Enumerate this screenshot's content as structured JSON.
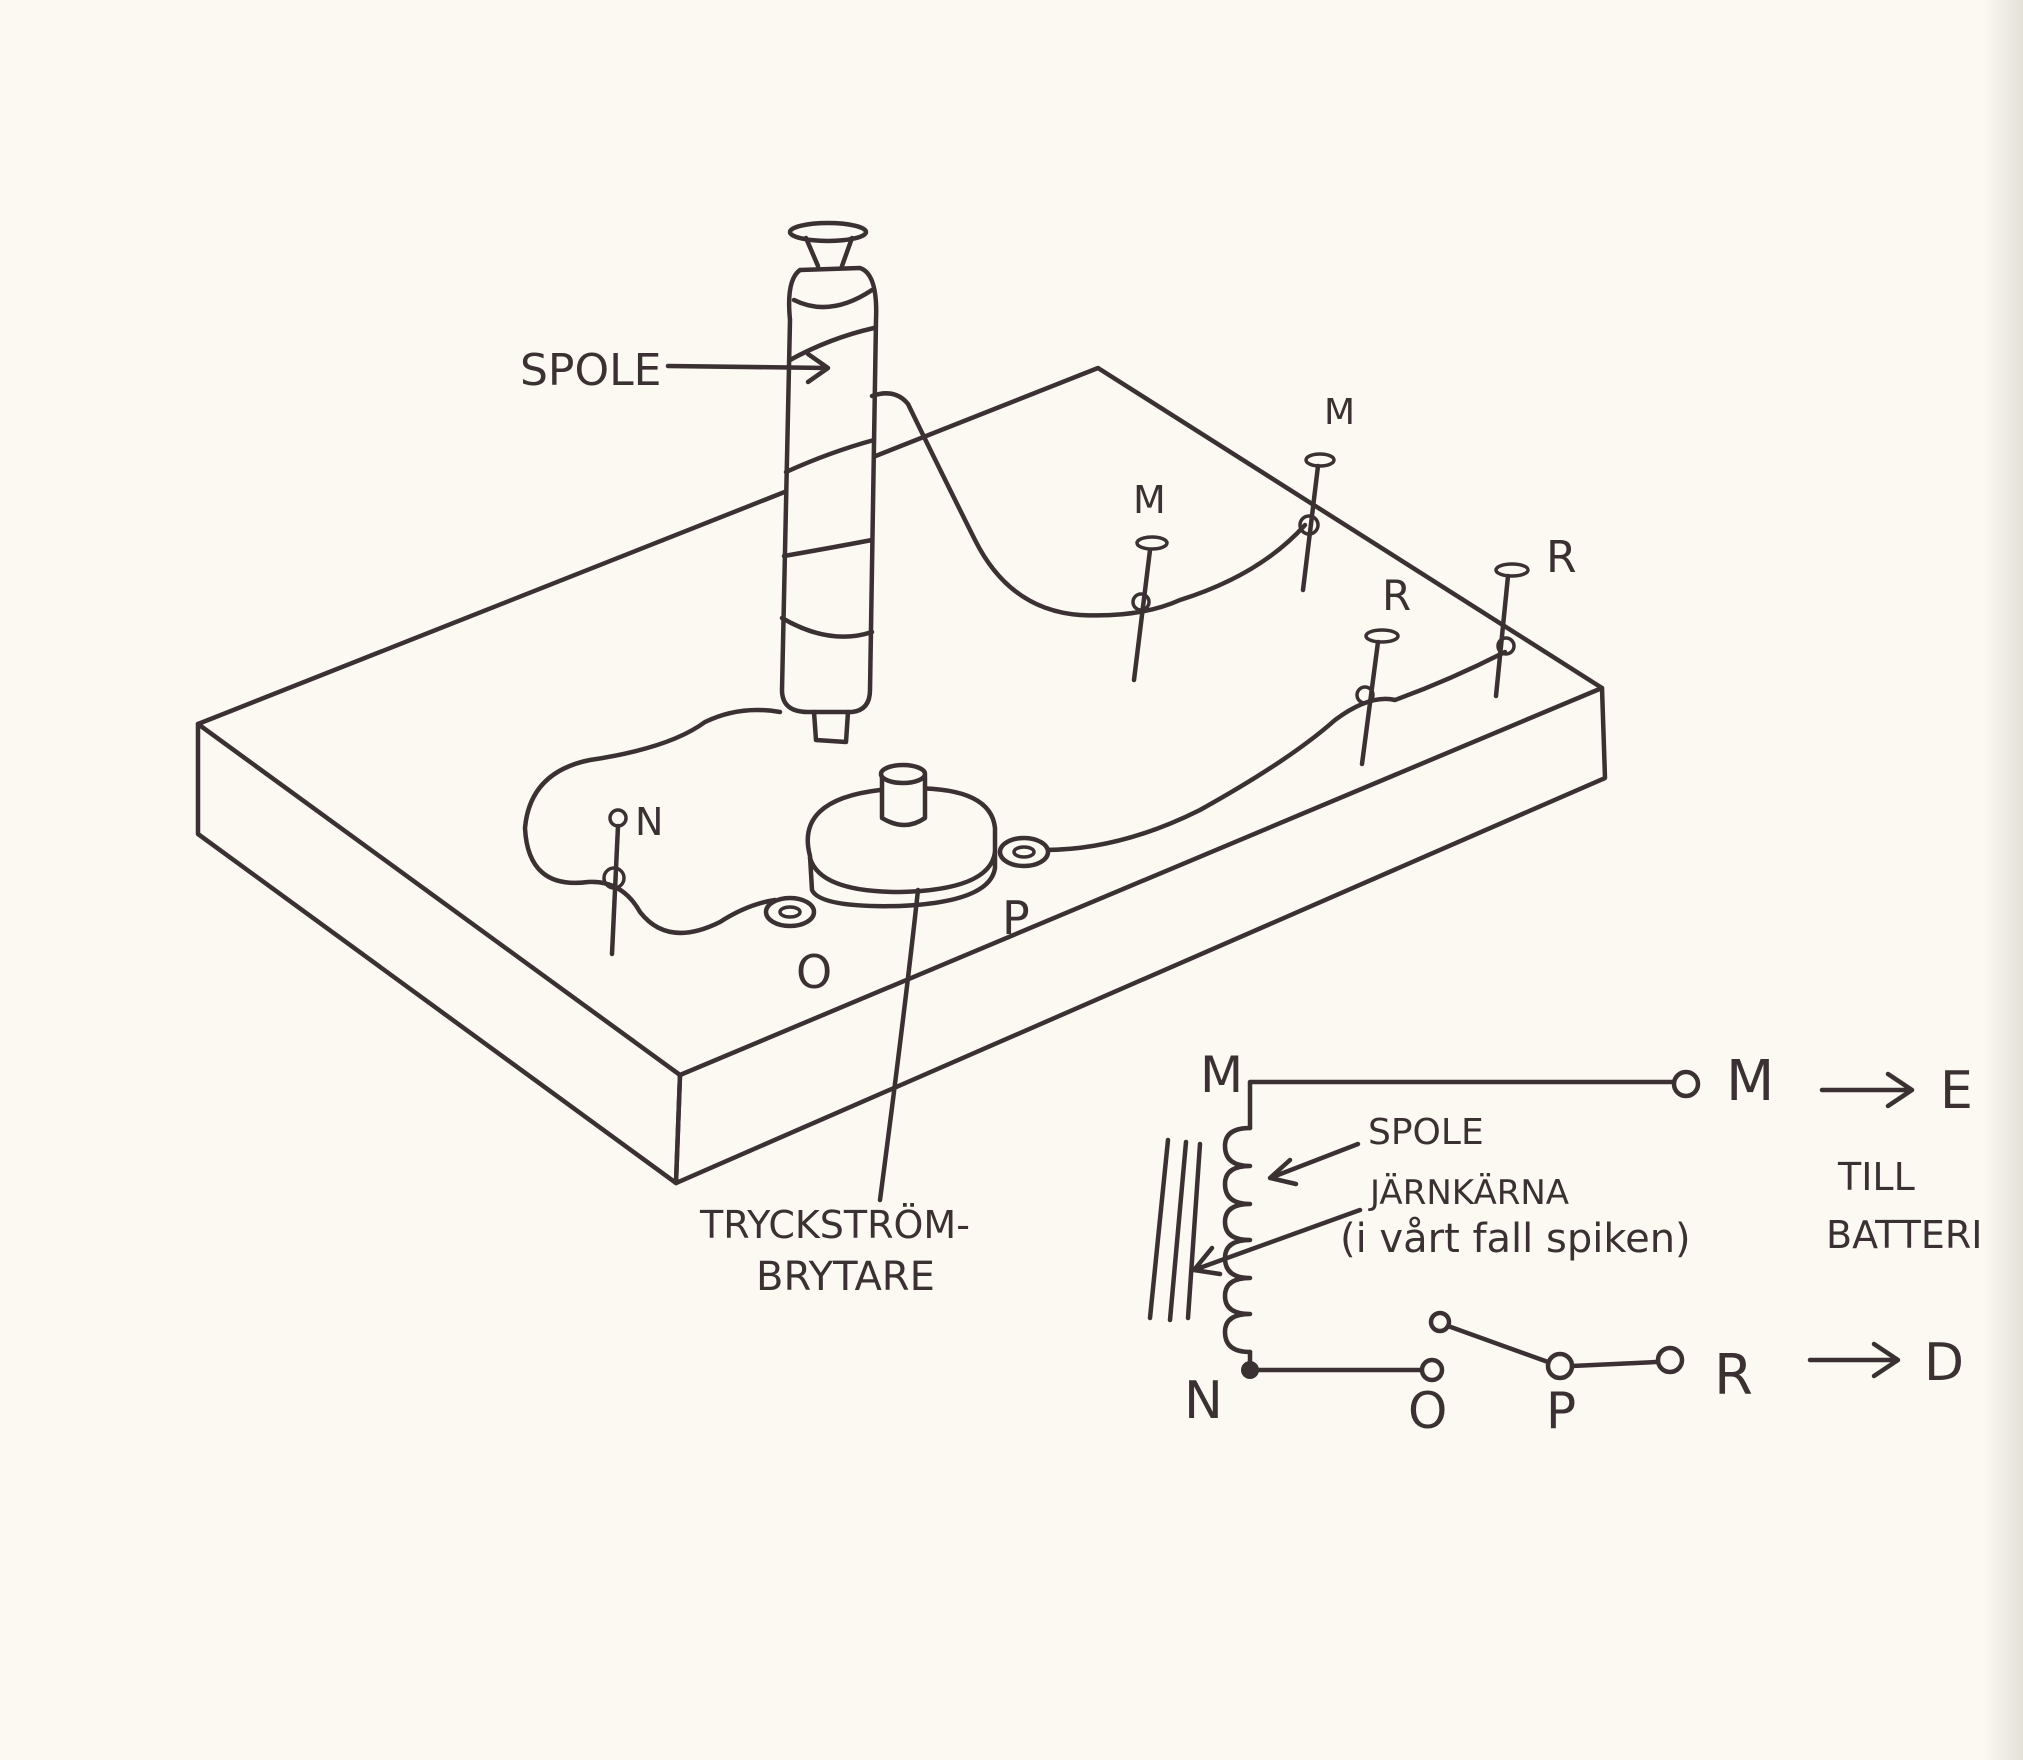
{
  "perspective": {
    "labels": {
      "spole": "SPOLE",
      "m_left": "M",
      "m_right": "M",
      "r_left": "R",
      "r_right": "R",
      "n": "N",
      "o": "O",
      "p": "P",
      "switch_line1": "TRYCKSTRÖM-",
      "switch_line2": "BRYTARE"
    }
  },
  "schematic": {
    "labels": {
      "m_left": "M",
      "m_right": "M",
      "e": "E",
      "spole": "SPOLE",
      "core_line1": "JÄRNKÄRNA",
      "core_line2": "(i vårt fall spiken)",
      "till": "TILL",
      "batteri": "BATTERI",
      "n": "N",
      "o": "O",
      "p": "P",
      "r": "R",
      "d": "D"
    }
  }
}
